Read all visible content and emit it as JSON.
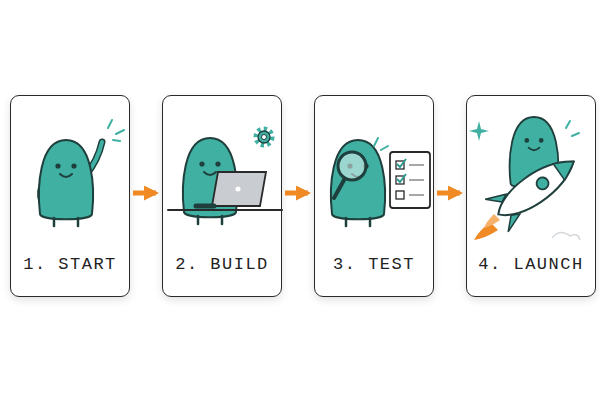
{
  "diagram": {
    "nodes": [
      {
        "text": [
          "1. START"
        ]
      },
      {
        "text": [
          "2. BUILD"
        ]
      },
      {
        "text": [
          "3. TEST"
        ]
      },
      {
        "text": [
          "4. LAUNCH"
        ]
      }
    ],
    "edges": [
      {
        "from": 0,
        "to": 1,
        "arrow": "to"
      },
      {
        "from": 1,
        "to": 2,
        "arrow": "to"
      },
      {
        "from": 2,
        "to": 3,
        "arrow": "to"
      }
    ]
  }
}
